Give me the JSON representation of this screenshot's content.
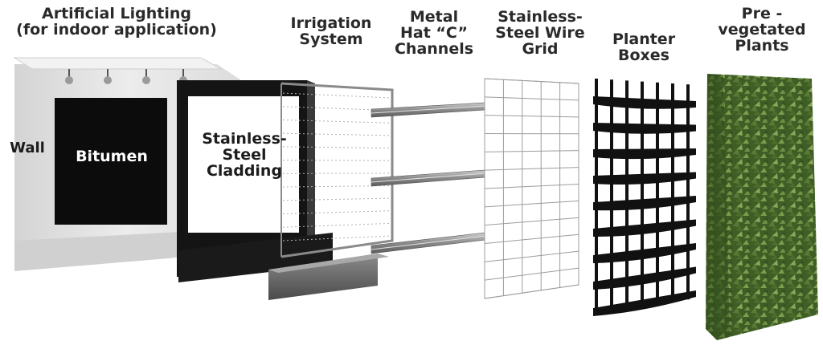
{
  "labels": {
    "lighting": [
      "Artificial Lighting",
      "(for indoor application)"
    ],
    "irrigation": [
      "Irrigation",
      "System"
    ],
    "channels": [
      "Metal",
      "Hat “C”",
      "Channels"
    ],
    "wire_grid": [
      "Stainless-",
      "Steel Wire",
      "Grid"
    ],
    "planter": [
      "Planter",
      "Boxes"
    ],
    "plants": [
      "Pre -",
      "vegetated",
      "Plants"
    ],
    "wall": "Wall",
    "bitumen": "Bitumen",
    "cladding": [
      "Stainless-",
      "Steel",
      "Cladding"
    ]
  },
  "colors": {
    "wall": "#e6e6e6",
    "bitumen": "#0c0c0c",
    "cladding_frame": "#141414",
    "metal": "#9a9a9a",
    "grid_line": "#9c9c9c",
    "planter": "#111111",
    "foliage": "#4e6e30"
  }
}
